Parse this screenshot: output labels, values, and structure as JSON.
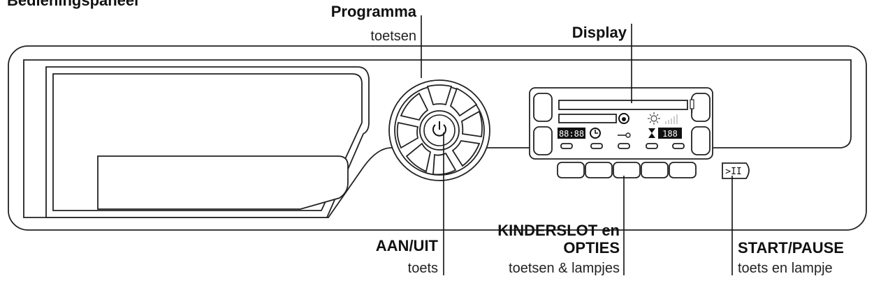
{
  "top_label_partial": "Bedieningspaneel",
  "labels": {
    "programma_title": "Programma",
    "programma_sub": "toetsen",
    "display_title": "Display",
    "aan_uit_title": "AAN/UIT",
    "aan_uit_sub": "toets",
    "kinderslot_title_1": "KINDERSLOT en",
    "kinderslot_title_2": "OPTIES",
    "kinderslot_sub": "toetsen & lampjes",
    "start_title": "START/PAUSE",
    "start_sub": "toets en lampje"
  },
  "display": {
    "digits_left": "88:88",
    "digits_right": "188"
  },
  "start_button": {
    "glyph": ">II"
  }
}
